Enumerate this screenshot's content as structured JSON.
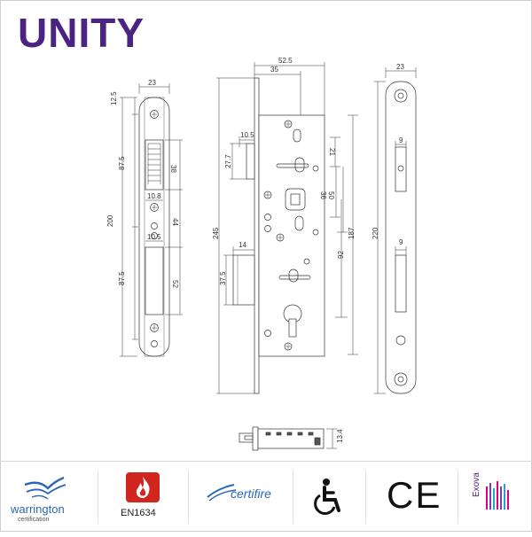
{
  "brand": {
    "name": "UNITY",
    "color": "#4b2382"
  },
  "dimensions": {
    "faceplate_width": "23",
    "top_margin": "12.5",
    "upper_span": "87.5",
    "overall_center": "200",
    "lower_span": "87.5",
    "latch_height": "38",
    "latch_width": "10.8",
    "center_spacing": "44",
    "bolt_width": "10.5",
    "bolt_height": "52",
    "case_width": "52.5",
    "backset": "35",
    "latch_projection": "10.5",
    "latch_depth": "27.7",
    "deadbolt_projection": "14",
    "deadbolt_height": "37.5",
    "case_height": "245",
    "dim_21": "21",
    "dim_36": "36",
    "dim_50": "50",
    "dim_92": "92",
    "dim_187": "187",
    "strike_height": "220",
    "strike_width": "23",
    "strike_latch_width": "9",
    "strike_bolt_width": "9",
    "bottom_thickness": "13.4"
  },
  "certifications": {
    "warrington": {
      "name": "warrington",
      "sub": "certification"
    },
    "fire": {
      "label": "EN1634",
      "color": "#d0261f"
    },
    "certifire": {
      "name": "certifire"
    },
    "accessibility": {
      "icon": "wheelchair-icon"
    },
    "ce": {
      "mark": "CE"
    },
    "exova": {
      "name": "Exova"
    }
  }
}
